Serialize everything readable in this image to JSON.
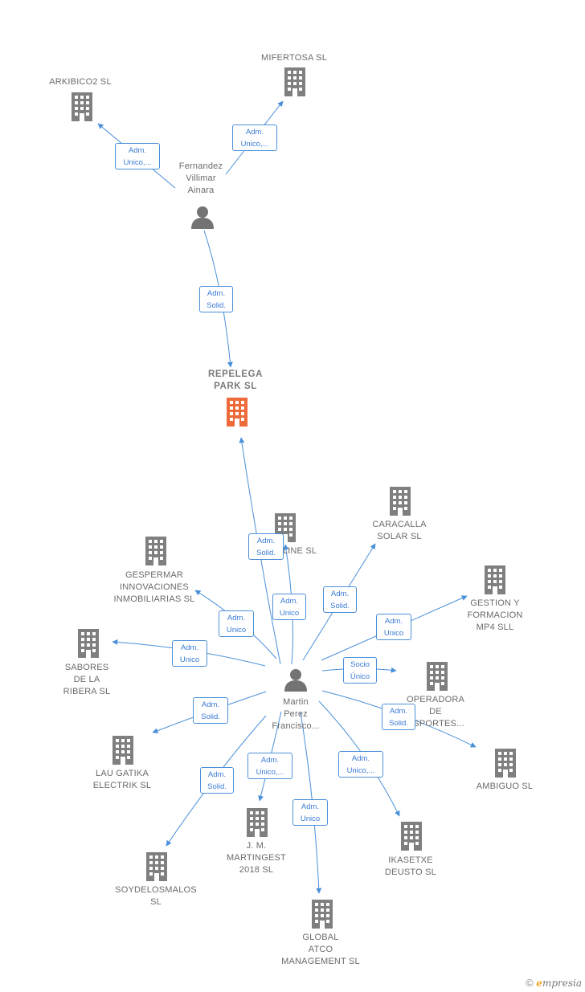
{
  "colors": {
    "edge": "#4a90d9",
    "building": "#7f7f7f",
    "building_main": "#ef6a3a",
    "person": "#737373"
  },
  "nodes": [
    {
      "id": "mifertosa",
      "kind": "company",
      "label": "MIFERTOSA SL"
    },
    {
      "id": "arkibico2",
      "kind": "company",
      "label": "ARKIBICO2  SL"
    },
    {
      "id": "fernandez",
      "kind": "person",
      "label": "Fernandez\nVillimar\nAinara"
    },
    {
      "id": "repelega",
      "kind": "company",
      "main": true,
      "label": "REPELEGA\nPARK  SL"
    },
    {
      "id": "line",
      "kind": "company",
      "label": "LINE SL"
    },
    {
      "id": "caracalla",
      "kind": "company",
      "label": "CARACALLA\nSOLAR SL"
    },
    {
      "id": "gespermar",
      "kind": "company",
      "label": "GESPERMAR\nINNOVACIONES\nINMOBILIARIAS SL"
    },
    {
      "id": "gestion",
      "kind": "company",
      "label": "GESTION Y\nFORMACION\nMP4  SLL"
    },
    {
      "id": "sabores",
      "kind": "company",
      "label": "SABORES\nDE LA\nRIBERA  SL"
    },
    {
      "id": "martin",
      "kind": "person",
      "label": "Martin\nPerez\nFrancisco..."
    },
    {
      "id": "operadora",
      "kind": "company",
      "label": "OPERADORA\nDE\nNSPORTES..."
    },
    {
      "id": "ambiguo",
      "kind": "company",
      "label": "AMBIGUO SL"
    },
    {
      "id": "lau",
      "kind": "company",
      "label": "LAU GATIKA\nELECTRIK  SL"
    },
    {
      "id": "jm",
      "kind": "company",
      "label": "J.  M.\nMARTINGEST\n2018  SL"
    },
    {
      "id": "ikasetxe",
      "kind": "company",
      "label": "IKASETXE\nDEUSTO  SL"
    },
    {
      "id": "soydelosmalos",
      "kind": "company",
      "label": "SOYDELOSMALOS\nSL"
    },
    {
      "id": "global",
      "kind": "company",
      "label": "GLOBAL\nATCO\nMANAGEMENT SL"
    }
  ],
  "edges": [
    {
      "id": "e1",
      "from": "fernandez",
      "to": "mifertosa",
      "label": "Adm.\nUnico,..."
    },
    {
      "id": "e2",
      "from": "fernandez",
      "to": "arkibico2",
      "label": "Adm.\nUnico,..."
    },
    {
      "id": "e3",
      "from": "fernandez",
      "to": "repelega",
      "label": "Adm.\nSolid."
    },
    {
      "id": "e4",
      "from": "martin",
      "to": "repelega",
      "label": "Adm.\nSolid."
    },
    {
      "id": "e5",
      "from": "martin",
      "to": "line",
      "label": "Adm.\nUnico"
    },
    {
      "id": "e6",
      "from": "martin",
      "to": "caracalla",
      "label": "Adm.\nSolid."
    },
    {
      "id": "e7",
      "from": "martin",
      "to": "gespermar",
      "label": "Adm.\nUnico"
    },
    {
      "id": "e8",
      "from": "martin",
      "to": "gestion",
      "label": "Adm.\nUnico"
    },
    {
      "id": "e9",
      "from": "martin",
      "to": "sabores",
      "label": "Adm.\nUnico"
    },
    {
      "id": "e10",
      "from": "martin",
      "to": "operadora",
      "label": "Socio\nÚnico"
    },
    {
      "id": "e11",
      "from": "martin",
      "to": "ambiguo",
      "label": "Adm.\nSolid."
    },
    {
      "id": "e12",
      "from": "martin",
      "to": "lau",
      "label": "Adm.\nSolid."
    },
    {
      "id": "e13",
      "from": "martin",
      "to": "jm",
      "label": "Adm.\nUnico,..."
    },
    {
      "id": "e14",
      "from": "martin",
      "to": "ikasetxe",
      "label": "Adm.\nUnico,..."
    },
    {
      "id": "e15",
      "from": "martin",
      "to": "soydelosmalos",
      "label": "Adm.\nSolid."
    },
    {
      "id": "e16",
      "from": "martin",
      "to": "global",
      "label": "Adm.\nUnico"
    }
  ],
  "footer": {
    "copyright": "©",
    "brand_initial": "e",
    "brand_rest": "mpresia"
  }
}
